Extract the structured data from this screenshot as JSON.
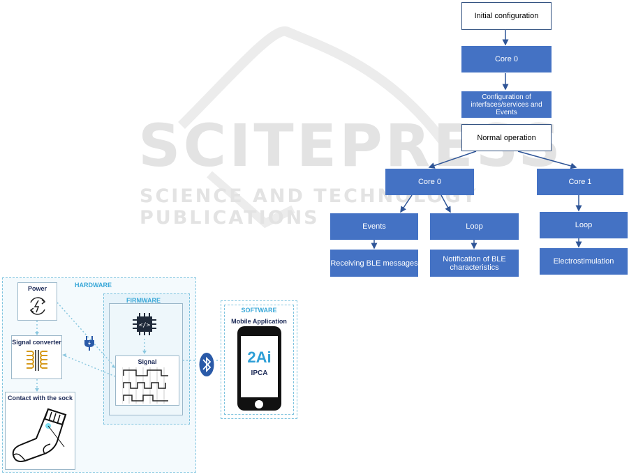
{
  "flow": {
    "initial_configuration": "Initial configuration",
    "core0_top": "Core 0",
    "config_interfaces": "Configuration of interfaces/services and Events",
    "normal_operation": "Normal operation",
    "core0": "Core 0",
    "core1": "Core 1",
    "events": "Events",
    "loop_core0": "Loop",
    "loop_core1": "Loop",
    "receiving_ble": "Receiving BLE messages",
    "notification_ble": "Notification of BLE characteristics",
    "electrostimulation": "Electrostimulation"
  },
  "watermark": {
    "big": "SCITEPRESS",
    "small": "SCIENCE AND TECHNOLOGY PUBLICATIONS"
  },
  "system": {
    "hardware_title": "HARDWARE",
    "power_label": "Power",
    "signal_converter_label": "Signal converter",
    "contact_label": "Contact with the sock",
    "firmware_title": "FIRMWARE",
    "signal_label": "Signal",
    "software_title": "SOFTWARE",
    "mobile_app_label": "Mobile Application",
    "app_logo_text": "2Ai",
    "app_logo_sub": "IPCA"
  },
  "colors": {
    "box_blue": "#4472c4",
    "dashed_cyan": "#7fc4df",
    "title_cyan": "#3aa8d8",
    "bluetooth": "#2a5aa8"
  }
}
